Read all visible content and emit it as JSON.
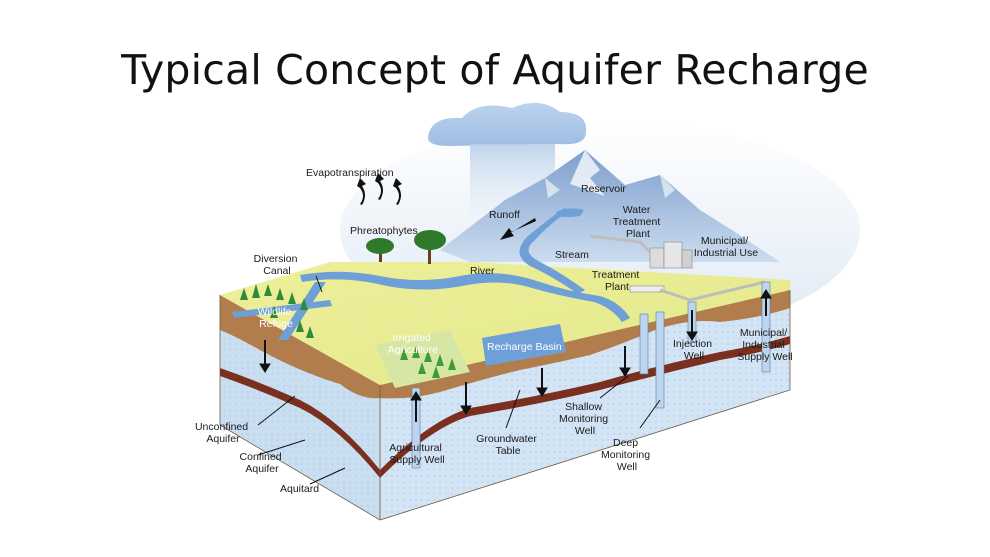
{
  "title": "Typical Concept of Aquifer Recharge",
  "labels": {
    "evapotranspiration": "Evapotranspiration",
    "reservoir": "Reservoir",
    "runoff": "Runoff",
    "water_treatment_plant": [
      "Water",
      "Treatment",
      "Plant"
    ],
    "phreatophytes": "Phreatophytes",
    "municipal_industrial_use": [
      "Municipal/",
      "Industrial Use"
    ],
    "diversion_canal": [
      "Diversion",
      "Canal"
    ],
    "river": "River",
    "stream": "Stream",
    "treatment_plant": [
      "Treatment",
      "Plant"
    ],
    "wildlife_refuge": [
      "Wildlife",
      "Refuge"
    ],
    "irrigated_agriculture": [
      "Irrigated",
      "Agriculture"
    ],
    "recharge_basin": "Recharge Basin",
    "injection_well": [
      "Injection",
      "Well"
    ],
    "municipal_industrial_supply_well": [
      "Municipal/",
      "Industrial",
      "Supply Well"
    ],
    "shallow_monitoring_well": [
      "Shallow",
      "Monitoring",
      "Well"
    ],
    "unconfined_aquifer": [
      "Unconfined",
      "Aquifer"
    ],
    "confined_aquifer": [
      "Confined",
      "Aquifer"
    ],
    "aquitard": "Aquitard",
    "agricultural_supply_well": [
      "Agricultural",
      "Supply Well"
    ],
    "groundwater_table": [
      "Groundwater",
      "Table"
    ],
    "deep_monitoring_well": [
      "Deep",
      "Monitoring",
      "Well"
    ]
  },
  "colors": {
    "sky_glow": "#d8e6f4",
    "mountain": "#9bb8dc",
    "land_surface": "#e9ec8c",
    "water": "#6e9fd6",
    "soil": "#b27d4d",
    "aquifer": "#cfe2f3",
    "aquitard": "#7a2f1f",
    "tree": "#2f7a2a"
  }
}
